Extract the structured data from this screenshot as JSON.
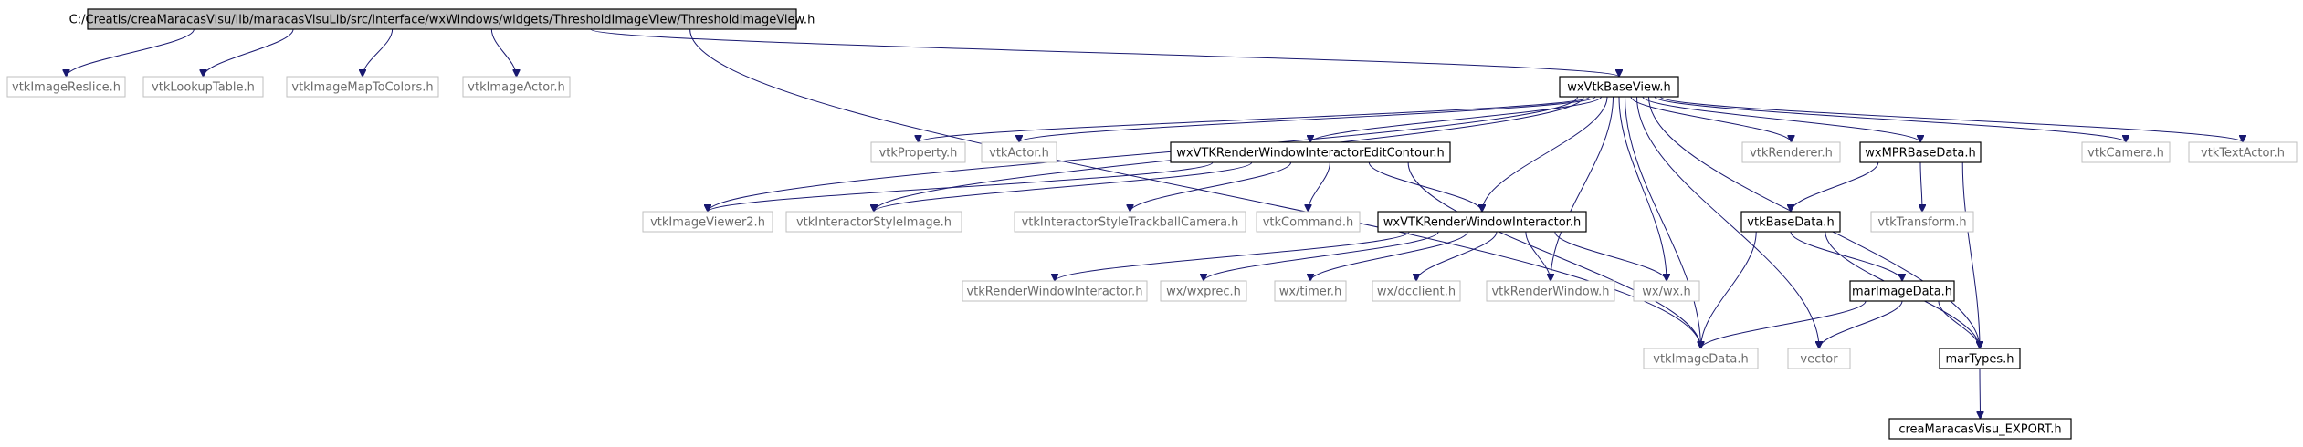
{
  "colors": {
    "edge": "#191970",
    "root_fill": "#bfbfbf",
    "external_border": "#bfbfbf",
    "documented_border": "#000000"
  },
  "nodes": [
    {
      "id": "root",
      "label": "C:/Creatis/creaMaracasVisu/lib/maracasVisuLib/src/interface/wxWindows/widgets/ThresholdImageView/ThresholdImageView.h",
      "kind": "root"
    },
    {
      "id": "vtkImageReslice",
      "label": "vtkImageReslice.h",
      "kind": "ext"
    },
    {
      "id": "vtkLookupTable",
      "label": "vtkLookupTable.h",
      "kind": "ext"
    },
    {
      "id": "vtkImageMapToColors",
      "label": "vtkImageMapToColors.h",
      "kind": "ext"
    },
    {
      "id": "vtkImageActor",
      "label": "vtkImageActor.h",
      "kind": "ext"
    },
    {
      "id": "wxVtkBaseView",
      "label": "wxVtkBaseView.h",
      "kind": "file"
    },
    {
      "id": "vtkProperty",
      "label": "vtkProperty.h",
      "kind": "ext"
    },
    {
      "id": "vtkActor",
      "label": "vtkActor.h",
      "kind": "ext"
    },
    {
      "id": "wxVTKRWIEditContour",
      "label": "wxVTKRenderWindowInteractorEditContour.h",
      "kind": "file"
    },
    {
      "id": "vtkRenderer",
      "label": "vtkRenderer.h",
      "kind": "ext"
    },
    {
      "id": "wxMPRBaseData",
      "label": "wxMPRBaseData.h",
      "kind": "file"
    },
    {
      "id": "vtkCamera",
      "label": "vtkCamera.h",
      "kind": "ext"
    },
    {
      "id": "vtkTextActor",
      "label": "vtkTextActor.h",
      "kind": "ext"
    },
    {
      "id": "vtkImageViewer2",
      "label": "vtkImageViewer2.h",
      "kind": "ext"
    },
    {
      "id": "vtkInteractorStyleImage",
      "label": "vtkInteractorStyleImage.h",
      "kind": "ext"
    },
    {
      "id": "vtkInteractorStyleTrackballCamera",
      "label": "vtkInteractorStyleTrackballCamera.h",
      "kind": "ext"
    },
    {
      "id": "vtkCommand",
      "label": "vtkCommand.h",
      "kind": "ext"
    },
    {
      "id": "wxVTKRWI",
      "label": "wxVTKRenderWindowInteractor.h",
      "kind": "file"
    },
    {
      "id": "vtkBaseData",
      "label": "vtkBaseData.h",
      "kind": "file"
    },
    {
      "id": "vtkTransform",
      "label": "vtkTransform.h",
      "kind": "ext"
    },
    {
      "id": "vtkRenderWindowInteractor",
      "label": "vtkRenderWindowInteractor.h",
      "kind": "ext"
    },
    {
      "id": "wxprec",
      "label": "wx/wxprec.h",
      "kind": "ext"
    },
    {
      "id": "wxtimer",
      "label": "wx/timer.h",
      "kind": "ext"
    },
    {
      "id": "wxdcclient",
      "label": "wx/dcclient.h",
      "kind": "ext"
    },
    {
      "id": "vtkRenderWindow",
      "label": "vtkRenderWindow.h",
      "kind": "ext"
    },
    {
      "id": "wxwx",
      "label": "wx/wx.h",
      "kind": "ext"
    },
    {
      "id": "marImageData",
      "label": "marImageData.h",
      "kind": "file"
    },
    {
      "id": "vtkImageData",
      "label": "vtkImageData.h",
      "kind": "ext"
    },
    {
      "id": "vector",
      "label": "vector",
      "kind": "ext"
    },
    {
      "id": "marTypes",
      "label": "marTypes.h",
      "kind": "file"
    },
    {
      "id": "crea_EXPORT",
      "label": "creaMaracasVisu_EXPORT.h",
      "kind": "file"
    }
  ],
  "edges": [
    [
      "root",
      "vtkImageReslice"
    ],
    [
      "root",
      "vtkLookupTable"
    ],
    [
      "root",
      "vtkImageMapToColors"
    ],
    [
      "root",
      "vtkImageActor"
    ],
    [
      "root",
      "wxVtkBaseView"
    ],
    [
      "root",
      "vtkImageData"
    ],
    [
      "wxVtkBaseView",
      "vtkProperty"
    ],
    [
      "wxVtkBaseView",
      "vtkActor"
    ],
    [
      "wxVtkBaseView",
      "wxVTKRWIEditContour"
    ],
    [
      "wxVtkBaseView",
      "vtkRenderer"
    ],
    [
      "wxVtkBaseView",
      "wxMPRBaseData"
    ],
    [
      "wxVtkBaseView",
      "vtkCamera"
    ],
    [
      "wxVtkBaseView",
      "vtkTextActor"
    ],
    [
      "wxVtkBaseView",
      "vtkImageViewer2"
    ],
    [
      "wxVtkBaseView",
      "vtkInteractorStyleImage"
    ],
    [
      "wxVtkBaseView",
      "wxVTKRWI"
    ],
    [
      "wxVtkBaseView",
      "vtkRenderWindow"
    ],
    [
      "wxVtkBaseView",
      "wxwx"
    ],
    [
      "wxVtkBaseView",
      "vector"
    ],
    [
      "wxVtkBaseView",
      "marTypes"
    ],
    [
      "wxVtkBaseView",
      "vtkImageData"
    ],
    [
      "wxVTKRWIEditContour",
      "vtkImageViewer2"
    ],
    [
      "wxVTKRWIEditContour",
      "vtkInteractorStyleImage"
    ],
    [
      "wxVTKRWIEditContour",
      "vtkInteractorStyleTrackballCamera"
    ],
    [
      "wxVTKRWIEditContour",
      "vtkCommand"
    ],
    [
      "wxVTKRWIEditContour",
      "wxVTKRWI"
    ],
    [
      "wxVTKRWIEditContour",
      "vtkImageData"
    ],
    [
      "wxVTKRWI",
      "vtkRenderWindowInteractor"
    ],
    [
      "wxVTKRWI",
      "wxprec"
    ],
    [
      "wxVTKRWI",
      "wxtimer"
    ],
    [
      "wxVTKRWI",
      "wxdcclient"
    ],
    [
      "wxVTKRWI",
      "vtkRenderWindow"
    ],
    [
      "wxVTKRWI",
      "wxwx"
    ],
    [
      "wxMPRBaseData",
      "vtkBaseData"
    ],
    [
      "wxMPRBaseData",
      "vtkTransform"
    ],
    [
      "wxMPRBaseData",
      "marTypes"
    ],
    [
      "vtkBaseData",
      "marImageData"
    ],
    [
      "vtkBaseData",
      "vtkImageData"
    ],
    [
      "vtkBaseData",
      "marTypes"
    ],
    [
      "marImageData",
      "vtkImageData"
    ],
    [
      "marImageData",
      "vector"
    ],
    [
      "marImageData",
      "marTypes"
    ],
    [
      "marTypes",
      "crea_EXPORT"
    ]
  ]
}
